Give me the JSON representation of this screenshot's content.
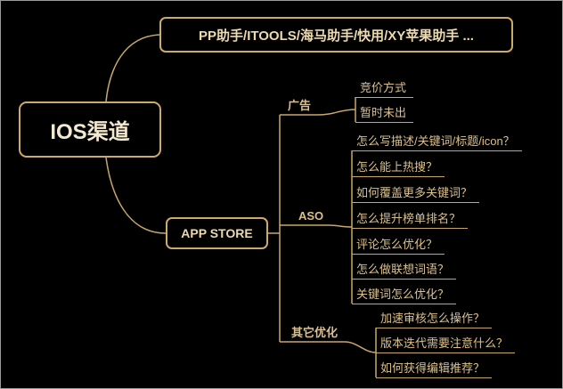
{
  "colors": {
    "background": "#000000",
    "line": "#c9a767",
    "box-border": "#cfa96a",
    "text": "#dcc08b",
    "node-text": "#ecd9ae",
    "root-text": "#f3e9cf"
  },
  "root": {
    "label": "IOS渠道"
  },
  "branches": [
    {
      "label": "PP助手/ITOOLS/海马助手/快用/XY苹果助手 ..."
    },
    {
      "label": "APP STORE",
      "groups": [
        {
          "label": "广告",
          "items": [
            "竞价方式",
            "暂时未出"
          ]
        },
        {
          "label": "ASO",
          "items": [
            "怎么写描述/关键词/标题/icon？",
            "怎么能上热搜？",
            "如何覆盖更多关键词？",
            "怎么提升榜单排名？",
            "评论怎么优化？",
            "怎么做联想词语？",
            "关键词怎么优化？"
          ]
        },
        {
          "label": "其它优化",
          "items": [
            "加速审核怎么操作？",
            "版本迭代需要注意什么？",
            "如何获得编辑推荐？"
          ]
        }
      ]
    }
  ]
}
